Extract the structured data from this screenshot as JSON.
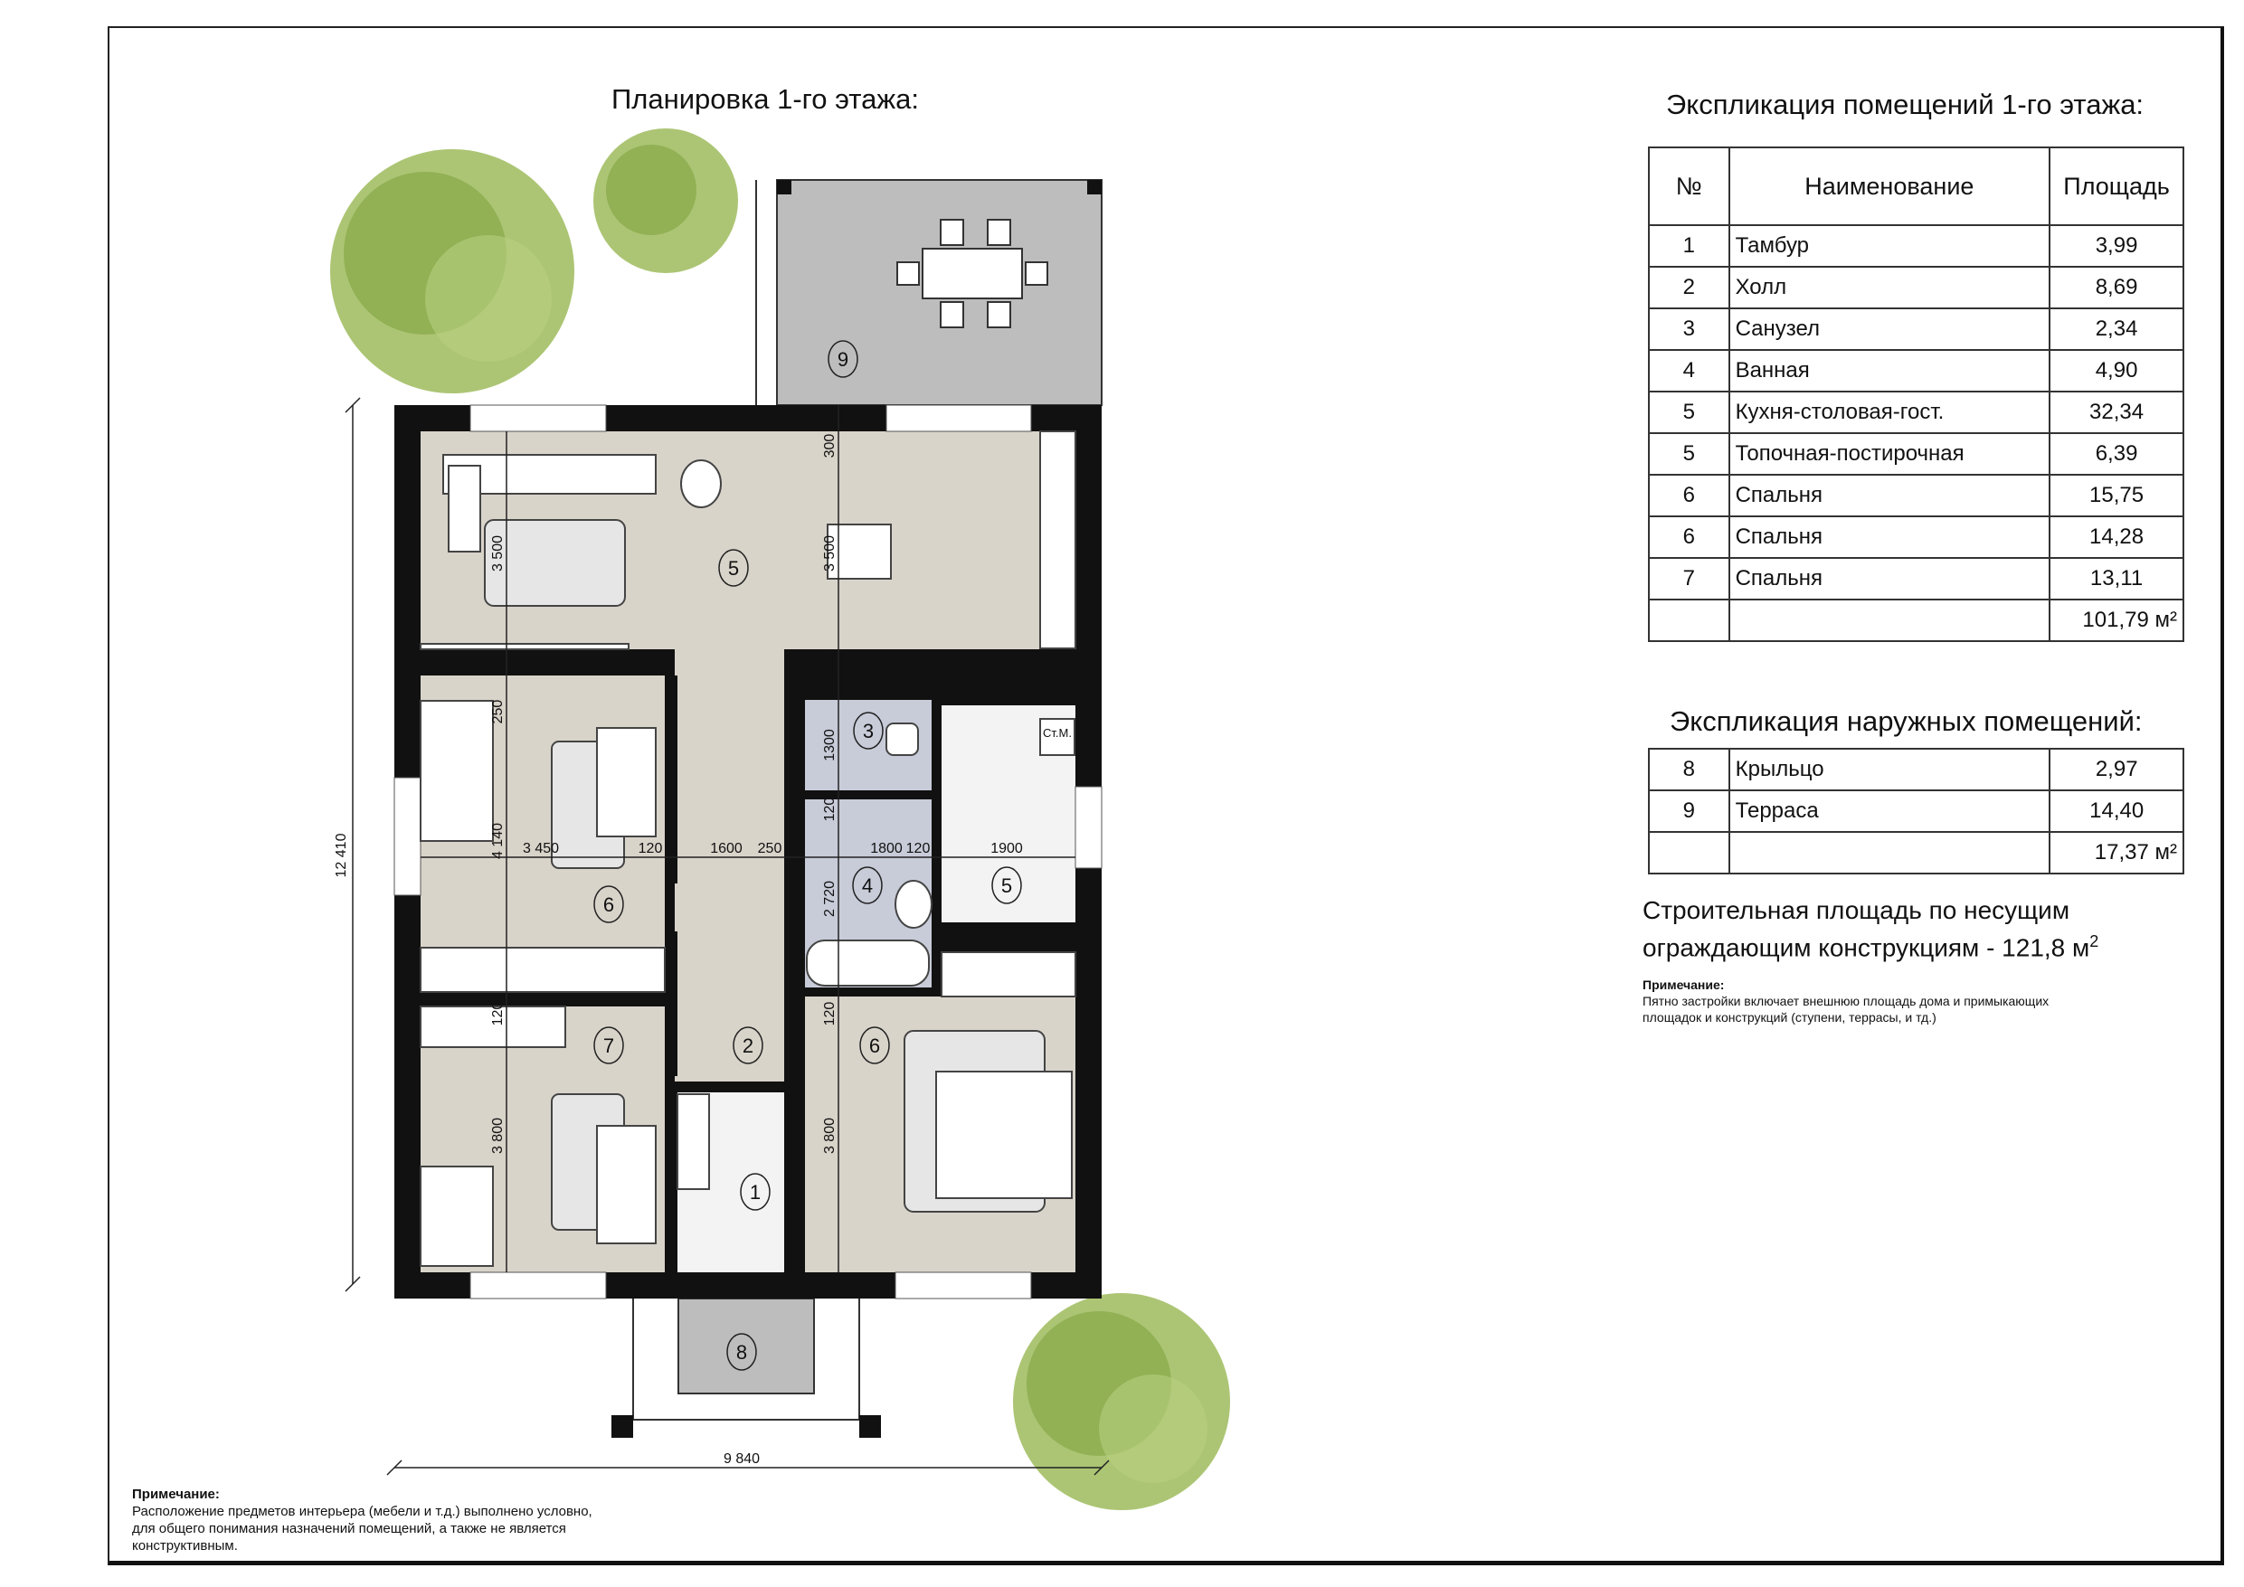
{
  "plan": {
    "title": "Планировка 1-го этажа:",
    "overall_height_dim": "12 410",
    "overall_width_dim": "9 840",
    "room_numbers": {
      "living": "5",
      "wc": "3",
      "bath": "4",
      "boiler": "5",
      "bed_left": "6",
      "bed_7": "7",
      "hall": "2",
      "bed_right": "6",
      "tambur": "1",
      "porch": "8",
      "terrace": "9"
    },
    "dims": {
      "living_left": "3 500",
      "living_right": "3 500",
      "top_gap": "300",
      "mid_gap": "250",
      "bed_top_gap": "250",
      "bed_height": "4 140",
      "bed_width": "3 450",
      "wall1": "120",
      "hall_width": "1600",
      "wall2": "250",
      "wc_height": "1300",
      "wall3": "120",
      "bath_width": "1800",
      "wall4": "120",
      "boiler_width": "1900",
      "bath_height": "2 720",
      "wall5": "120",
      "bed7_height": "3 800",
      "wall6": "120",
      "bed_right_height": "3 800"
    },
    "boiler_label": "Ст.М.",
    "note_title": "Примечание:",
    "note_lines": [
      "Расположение предметов интерьера (мебели и т.д.) выполнено условно,",
      "для общего понимания назначений помещений, а также не является",
      "конструктивным."
    ]
  },
  "interior_table": {
    "title": "Экспликация помещений 1-го этажа:",
    "headers": [
      "№",
      "Наименование",
      "Площадь"
    ],
    "rows": [
      [
        "1",
        "Тамбур",
        "3,99"
      ],
      [
        "2",
        "Холл",
        "8,69"
      ],
      [
        "3",
        "Санузел",
        "2,34"
      ],
      [
        "4",
        "Ванная",
        "4,90"
      ],
      [
        "5",
        "Кухня-столовая-гост.",
        "32,34"
      ],
      [
        "5",
        "Топочная-постирочная",
        "6,39"
      ],
      [
        "6",
        "Спальня",
        "15,75"
      ],
      [
        "6",
        "Спальня",
        "14,28"
      ],
      [
        "7",
        "Спальня",
        "13,11"
      ]
    ],
    "total": "101,79 м²"
  },
  "exterior_table": {
    "title": "Экспликация наружных помещений:",
    "rows": [
      [
        "8",
        "Крыльцо",
        "2,97"
      ],
      [
        "9",
        "Терраса",
        "14,40"
      ]
    ],
    "total": "17,37 м²"
  },
  "building_area": {
    "line1": "Строительная площадь по несущим",
    "line2": "ограждающим конструкциям - 121,8 м",
    "sup": "2"
  },
  "footprint_note": {
    "title": "Примечание:",
    "lines": [
      "Пятно застройки включает внешнюю площадь дома и примыкающих",
      "площадок и конструкций (ступени, террасы, и тд.)"
    ]
  },
  "colors": {
    "wall": "#111111",
    "wood": "#d9d4ca",
    "bath_tile": "#c8ccd9",
    "light_tile": "#f3f3f3",
    "terrace": "#b9b9b9",
    "tree": "#8fb04e"
  }
}
